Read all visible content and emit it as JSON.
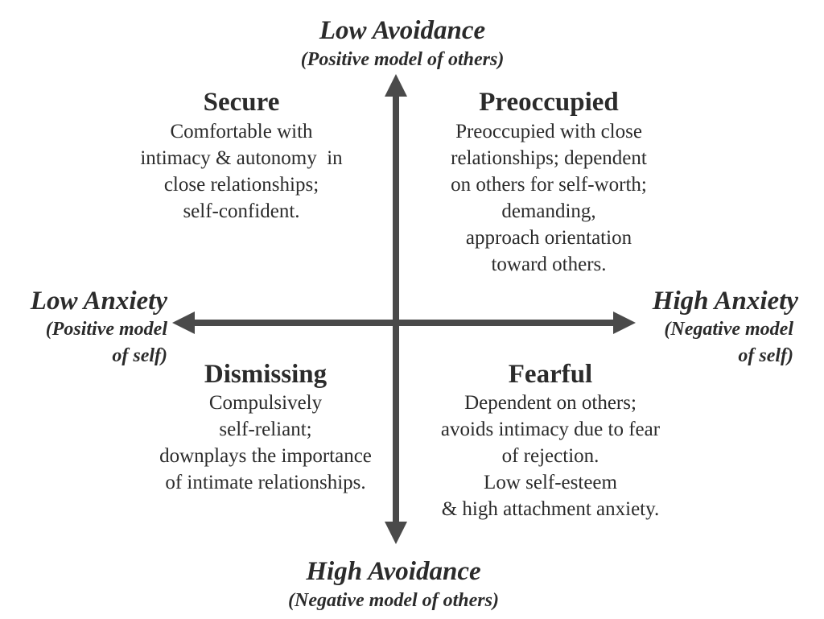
{
  "axes": {
    "top": {
      "title": "Low Avoidance",
      "subtitle": "(Positive model of others)"
    },
    "bottom": {
      "title": "High Avoidance",
      "subtitle": "(Negative model of others)"
    },
    "left": {
      "title": "Low Anxiety",
      "subtitle_lines": [
        "(Positive model",
        "of self)"
      ]
    },
    "right": {
      "title": "High Anxiety",
      "subtitle_lines": [
        "(Negative model",
        "of self)"
      ]
    }
  },
  "quadrants": {
    "top_left": {
      "title": "Secure",
      "lines": [
        "Comfortable with",
        "intimacy & autonomy  in",
        "close relationships;",
        "self-confident."
      ]
    },
    "top_right": {
      "title": "Preoccupied",
      "lines": [
        "Preoccupied with close",
        "relationships; dependent",
        "on others for self-worth;",
        "demanding,",
        "approach orientation",
        "toward others."
      ]
    },
    "bottom_left": {
      "title": "Dismissing",
      "lines": [
        "Compulsively",
        "self-reliant;",
        "downplays the importance",
        "of intimate relationships."
      ]
    },
    "bottom_right": {
      "title": "Fearful",
      "lines": [
        "Dependent on others;",
        "avoids intimacy due to fear",
        "of rejection.",
        "Low self-esteem",
        "& high attachment anxiety."
      ]
    }
  },
  "colors": {
    "arrow": "#4a4a4a",
    "text": "#2b2b2b"
  }
}
